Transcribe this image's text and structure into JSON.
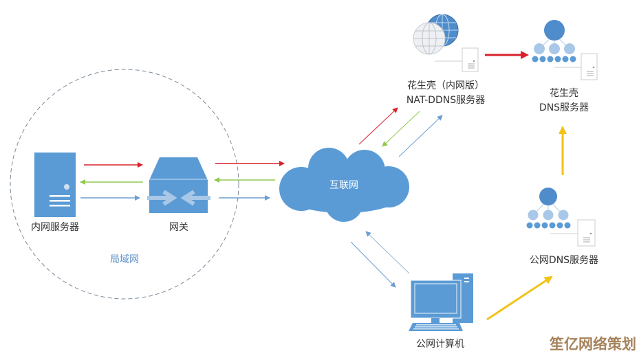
{
  "colors": {
    "blue": "#5b9bd5",
    "light_blue": "#a9c8e8",
    "red": "#d9212a",
    "green": "#92c850",
    "arrow_blue": "#6d9dd1",
    "yellow": "#f2c318",
    "watermark": "#a5835b"
  },
  "nodes": {
    "lan_server": "内网服务器",
    "gateway": "网关",
    "lan": "局域网",
    "internet": "互联网",
    "nat_ddns_line1": "花生壳（内网版）",
    "nat_ddns_line2": "NAT-DDNS服务器",
    "oray_dns_line1": "花生壳",
    "oray_dns_line2": "DNS服务器",
    "public_dns": "公网DNS服务器",
    "public_pc": "公网计算机"
  },
  "watermark": "笙亿网络策划"
}
